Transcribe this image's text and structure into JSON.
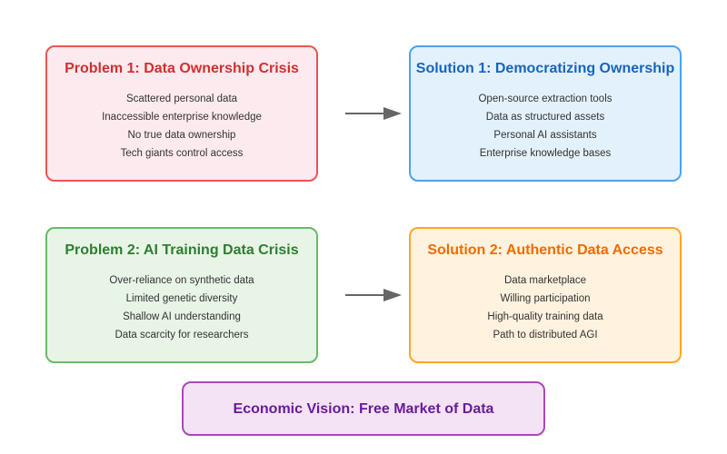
{
  "problem1": {
    "title": "Problem 1: Data Ownership Crisis",
    "items": [
      "Scattered personal data",
      "Inaccessible enterprise knowledge",
      "No true data ownership",
      "Tech giants control access"
    ]
  },
  "solution1": {
    "title": "Solution 1: Democratizing Ownership",
    "items": [
      "Open-source extraction tools",
      "Data as structured assets",
      "Personal AI assistants",
      "Enterprise knowledge bases"
    ]
  },
  "problem2": {
    "title": "Problem 2: AI Training Data Crisis",
    "items": [
      "Over-reliance on synthetic data",
      "Limited genetic diversity",
      "Shallow AI understanding",
      "Data scarcity for researchers"
    ]
  },
  "solution2": {
    "title": "Solution 2: Authentic Data Access",
    "items": [
      "Data marketplace",
      "Willing participation",
      "High-quality training data",
      "Path to distributed AGI"
    ]
  },
  "vision": {
    "title": "Economic Vision: Free Market of Data"
  },
  "colors": {
    "arrow": "#666666"
  }
}
